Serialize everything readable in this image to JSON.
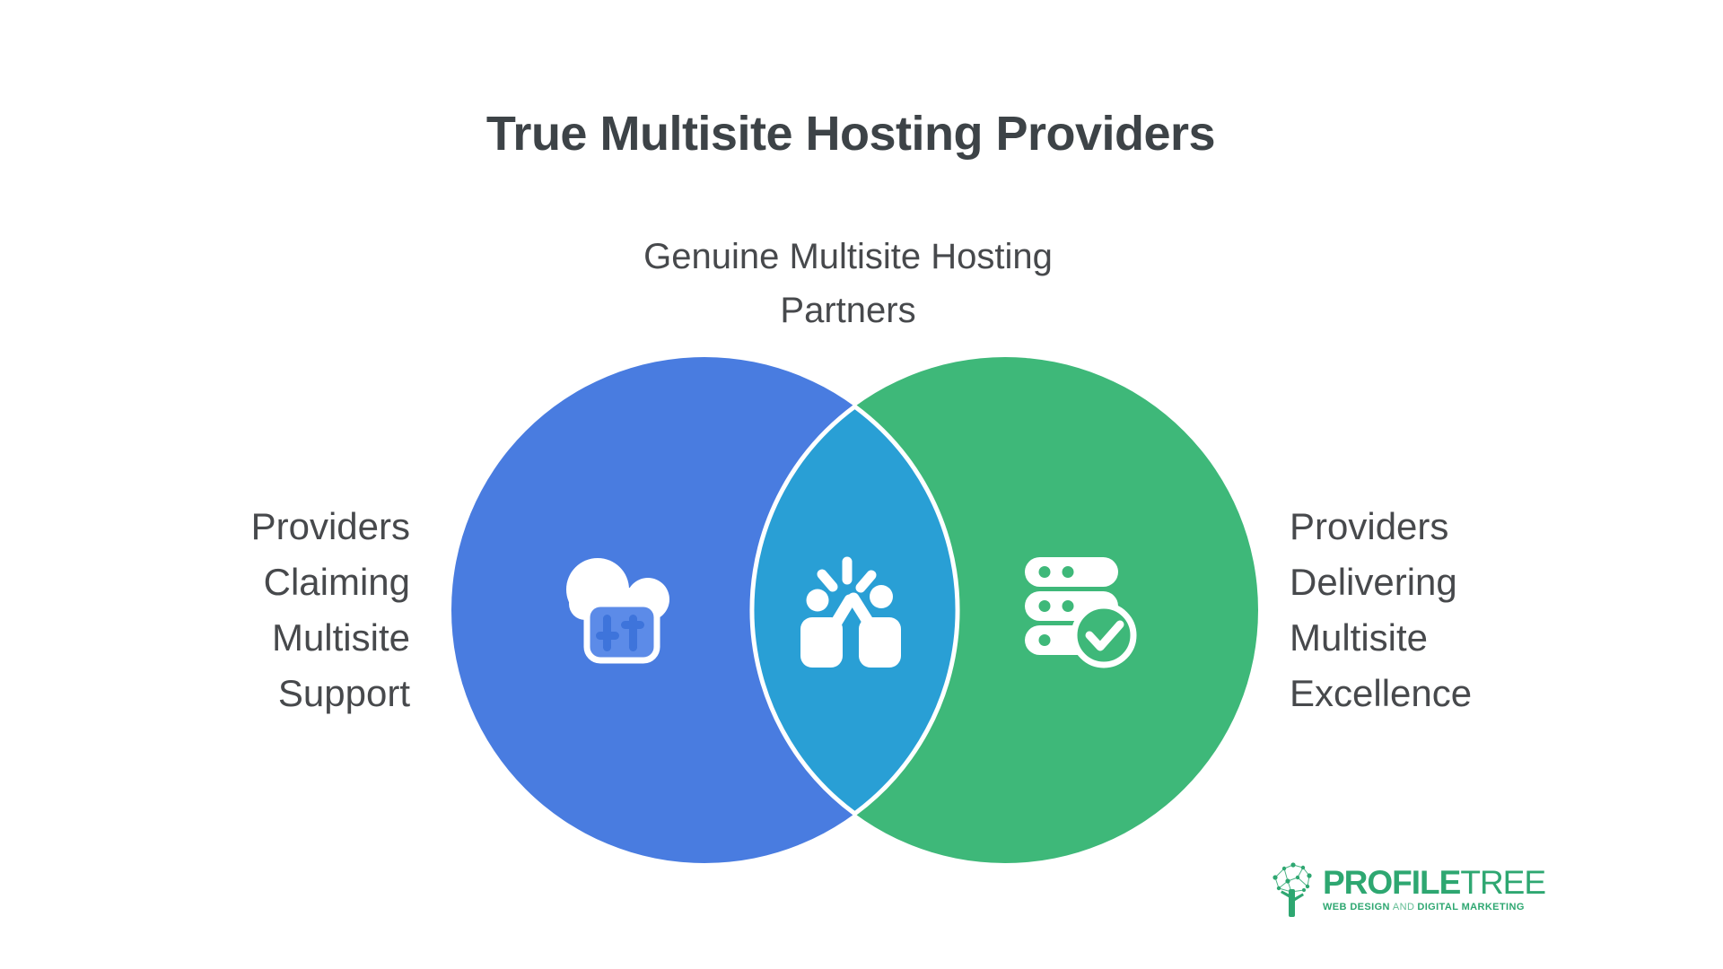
{
  "title": "True Multisite Hosting Providers",
  "venn": {
    "intersection_label": {
      "line1": "Genuine Multisite Hosting",
      "line2": "Partners"
    },
    "left": {
      "label_lines": [
        "Providers",
        "Claiming",
        "Multisite",
        "Support"
      ],
      "icon": "cloud-settings-icon",
      "color": "#497CE0"
    },
    "right": {
      "label_lines": [
        "Providers",
        "Delivering",
        "Multisite",
        "Excellence"
      ],
      "icon": "server-check-icon",
      "color": "#3EB879"
    },
    "overlap": {
      "icon": "high-five-icon",
      "color": "#299FD5"
    }
  },
  "logo": {
    "brand_primary": "PROFILE",
    "brand_secondary": "TREE",
    "tagline_part1": "WEB DESIGN",
    "tagline_and": "AND",
    "tagline_part2": "DIGITAL MARKETING",
    "color": "#2EA771"
  },
  "colors": {
    "title_text": "#3D4347",
    "label_text": "#47494C",
    "icon_panel_blue": "#5C8BE8",
    "icon_slider_blue": "#3E74DB",
    "white": "#FFFFFF"
  }
}
